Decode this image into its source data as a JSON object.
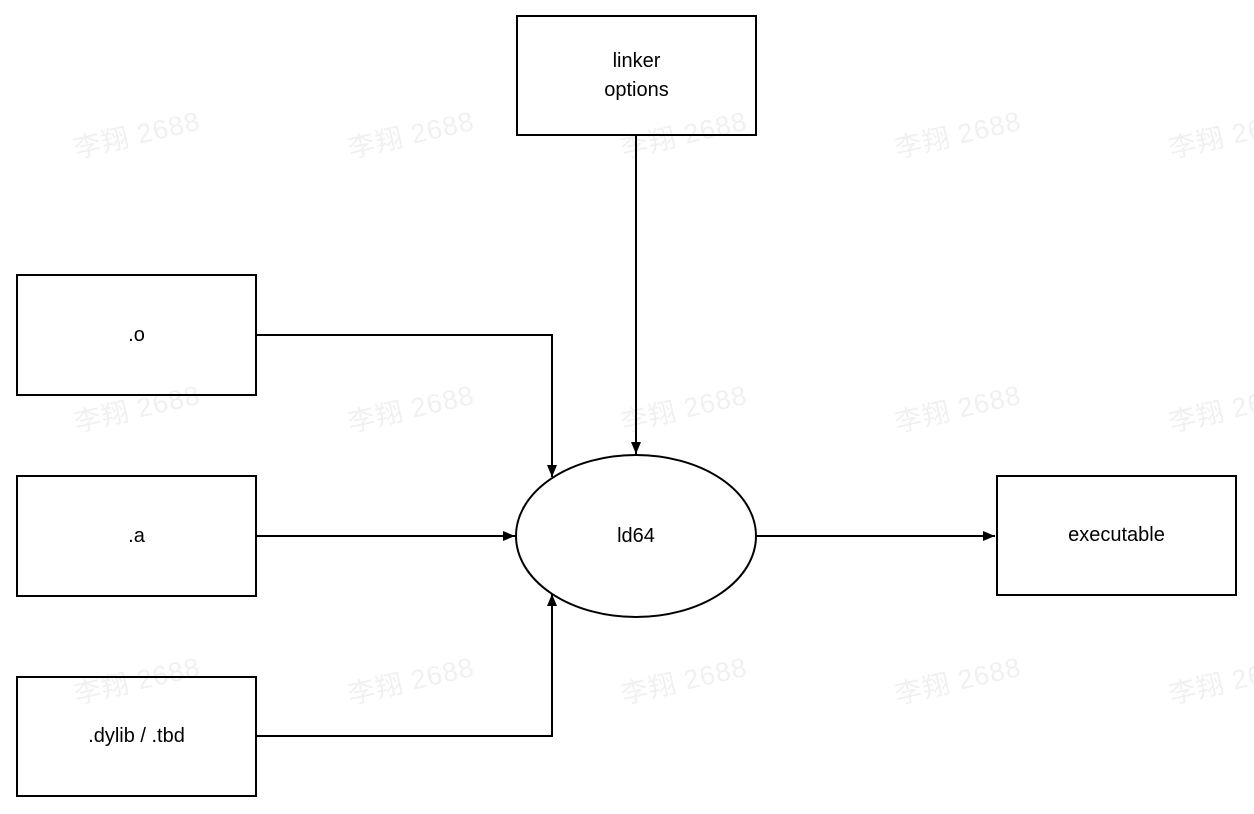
{
  "diagram": {
    "nodes": {
      "linker_options": {
        "line1": "linker",
        "line2": "options"
      },
      "object_files": {
        "label": ".o"
      },
      "static_libraries": {
        "label": ".a"
      },
      "dynamic_libraries": {
        "label": ".dylib / .tbd"
      },
      "linker": {
        "label": "ld64"
      },
      "executable": {
        "label": "executable"
      }
    },
    "edges": [
      {
        "from": "linker options",
        "to": "ld64"
      },
      {
        "from": ".o",
        "to": "ld64"
      },
      {
        "from": ".a",
        "to": "ld64"
      },
      {
        "from": ".dylib / .tbd",
        "to": "ld64"
      },
      {
        "from": "ld64",
        "to": "executable"
      }
    ]
  },
  "watermark": {
    "text": "李翔 2688",
    "color": "rgba(0,0,0,0.06)"
  },
  "colors": {
    "background": "#ffffff",
    "node_fill": "#ffffff",
    "stroke": "#000000",
    "text": "#000000"
  }
}
